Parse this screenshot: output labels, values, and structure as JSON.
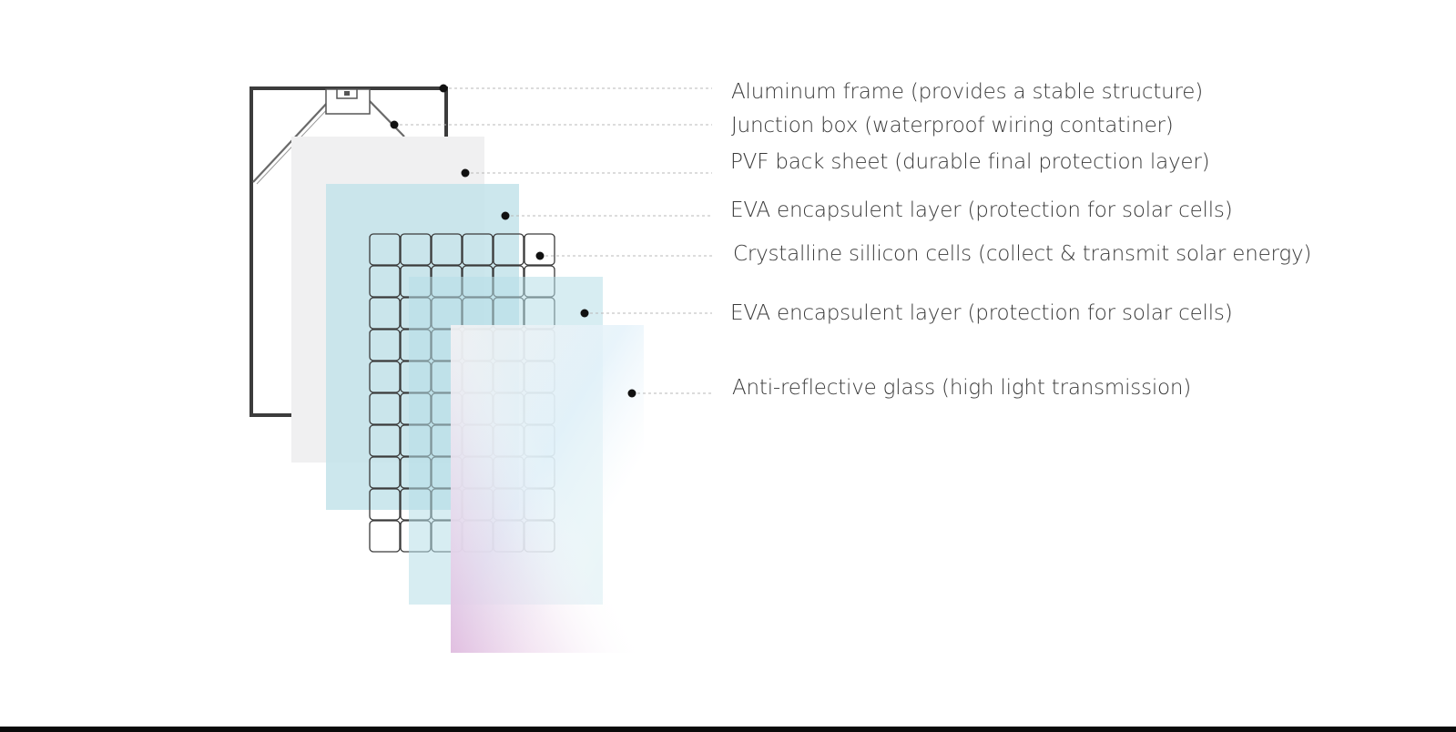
{
  "layers": [
    {
      "id": "aluminum-frame",
      "label": "Aluminum frame (provides a stable structure)"
    },
    {
      "id": "junction-box",
      "label": "Junction box (waterproof wiring contatiner)"
    },
    {
      "id": "pvf-back-sheet",
      "label": "PVF back sheet (durable final protection layer)"
    },
    {
      "id": "eva-layer-rear",
      "label": "EVA encapsulent layer (protection for solar cells)"
    },
    {
      "id": "silicon-cells",
      "label": "Crystalline sillicon cells (collect & transmit solar energy)"
    },
    {
      "id": "eva-layer-front",
      "label": "EVA encapsulent layer (protection for solar cells)"
    },
    {
      "id": "anti-reflective-glass",
      "label": "Anti-reflective glass (high light transmission)"
    }
  ],
  "colors": {
    "frame": "#3c3c3c",
    "back_sheet": "#f0f0f1",
    "eva": "#bfe2ea",
    "cell_outline": "#3a3a3a",
    "glass_blue": "#d6ecf6",
    "glass_pink": "#dfb5dc",
    "leader_line": "#b8b8b8",
    "dot": "#111111",
    "text": "#3a3a3a",
    "bottom_bar": "#0a0a0a"
  },
  "cell_grid": {
    "columns": 6,
    "rows": 10
  }
}
